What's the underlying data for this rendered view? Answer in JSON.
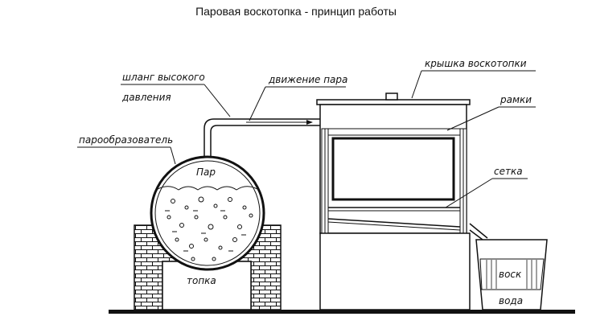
{
  "title": "Паровая воскотопка - принцип работы",
  "labels": {
    "hose": "шланг высокого",
    "hose_line2": "давления",
    "steam_motion": "движение пара",
    "steam_generator": "парообразователь",
    "steam": "Пар",
    "furnace": "топка",
    "lid": "крышка воскотопки",
    "frames": "рамки",
    "mesh": "сетка",
    "wax": "воск",
    "water": "вода"
  }
}
